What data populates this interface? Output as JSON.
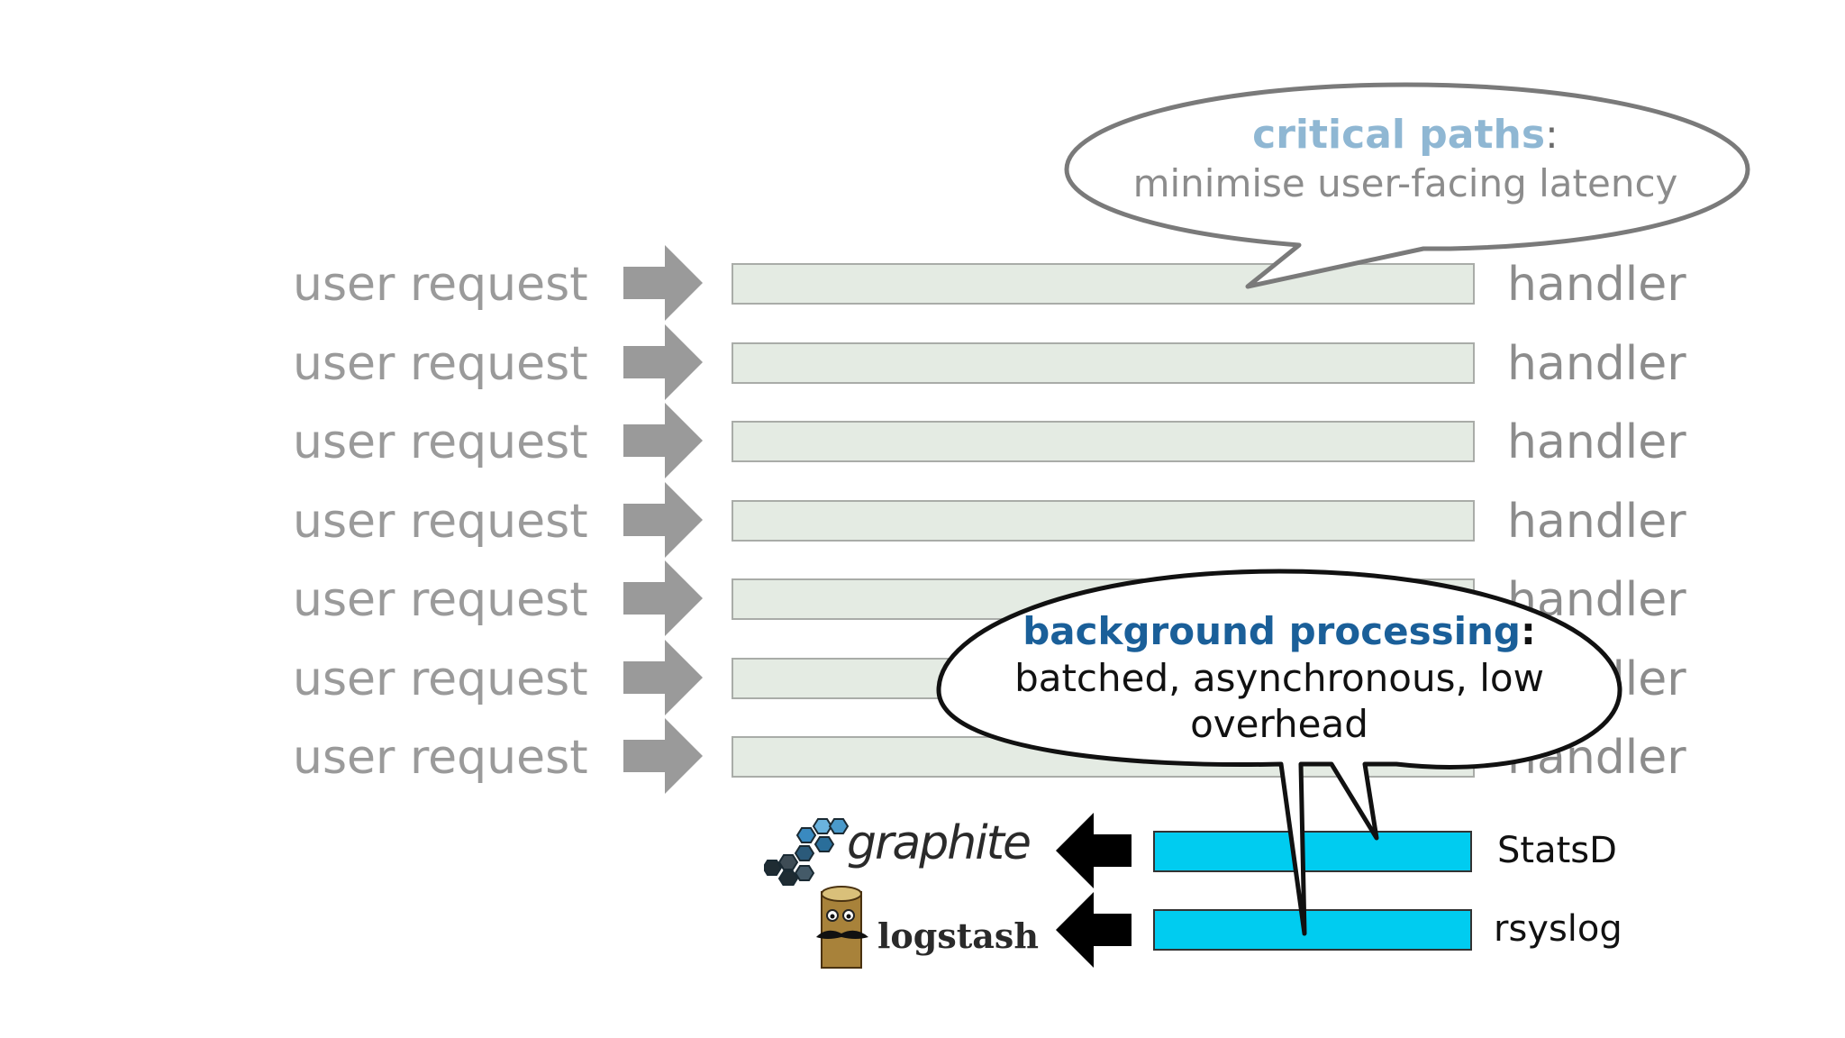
{
  "rows": [
    {
      "left": "user request",
      "right": "handler"
    },
    {
      "left": "user request",
      "right": "handler"
    },
    {
      "left": "user request",
      "right": "handler"
    },
    {
      "left": "user request",
      "right": "handler"
    },
    {
      "left": "user request",
      "right": "handler"
    },
    {
      "left": "user request",
      "right": "handler"
    },
    {
      "left": "user request",
      "right": "handler"
    }
  ],
  "callout_top": {
    "title": "critical paths",
    "colon": ":",
    "body": "minimise user-facing latency",
    "title_color": "#8fb7d3",
    "body_color": "#8c8c8c"
  },
  "callout_bottom": {
    "title": "background processing",
    "colon": ":",
    "body_line1": "batched, asynchronous, low",
    "body_line2": "overhead",
    "title_color": "#1a5f99",
    "body_color": "#111111"
  },
  "background": [
    {
      "source": "StatsD",
      "sink": "graphite",
      "sink_icon": "graphite-hexagon-icon"
    },
    {
      "source": "rsyslog",
      "sink": "logstash",
      "sink_icon": "logstash-log-icon"
    }
  ],
  "colors": {
    "bar_fill": "#e4ebe3",
    "bg_bar_fill": "#00ccf0",
    "arrow_gray": "#9a9a9a",
    "arrow_black": "#000000"
  }
}
